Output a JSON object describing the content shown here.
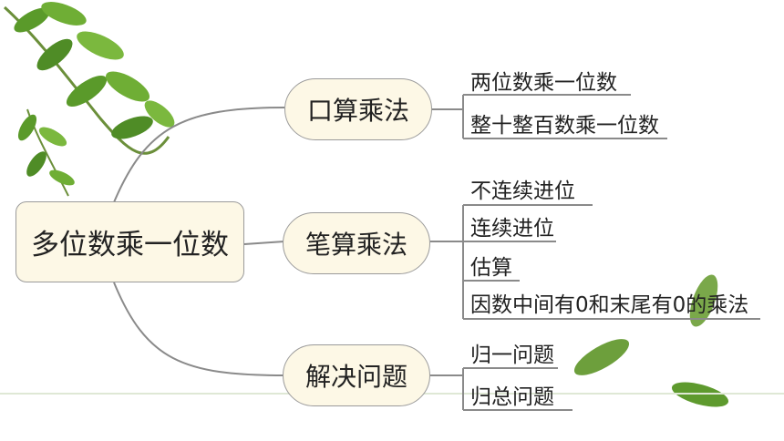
{
  "mindmap": {
    "root": "多位数乘一位数",
    "branches": [
      {
        "label": "口算乘法",
        "children": [
          "两位数乘一位数",
          "整十整百数乘一位数"
        ]
      },
      {
        "label": "笔算乘法",
        "children": [
          "不连续进位",
          "连续进位",
          "估算",
          "因数中间有0和末尾有0的乘法"
        ]
      },
      {
        "label": "解决问题",
        "children": [
          "归一问题",
          "归总问题"
        ]
      }
    ]
  },
  "colors": {
    "node_fill": "#fdf8e6",
    "node_border": "#9a9a9a",
    "connector": "#8a8a8a",
    "leaf_green": "#5e9a2e"
  }
}
